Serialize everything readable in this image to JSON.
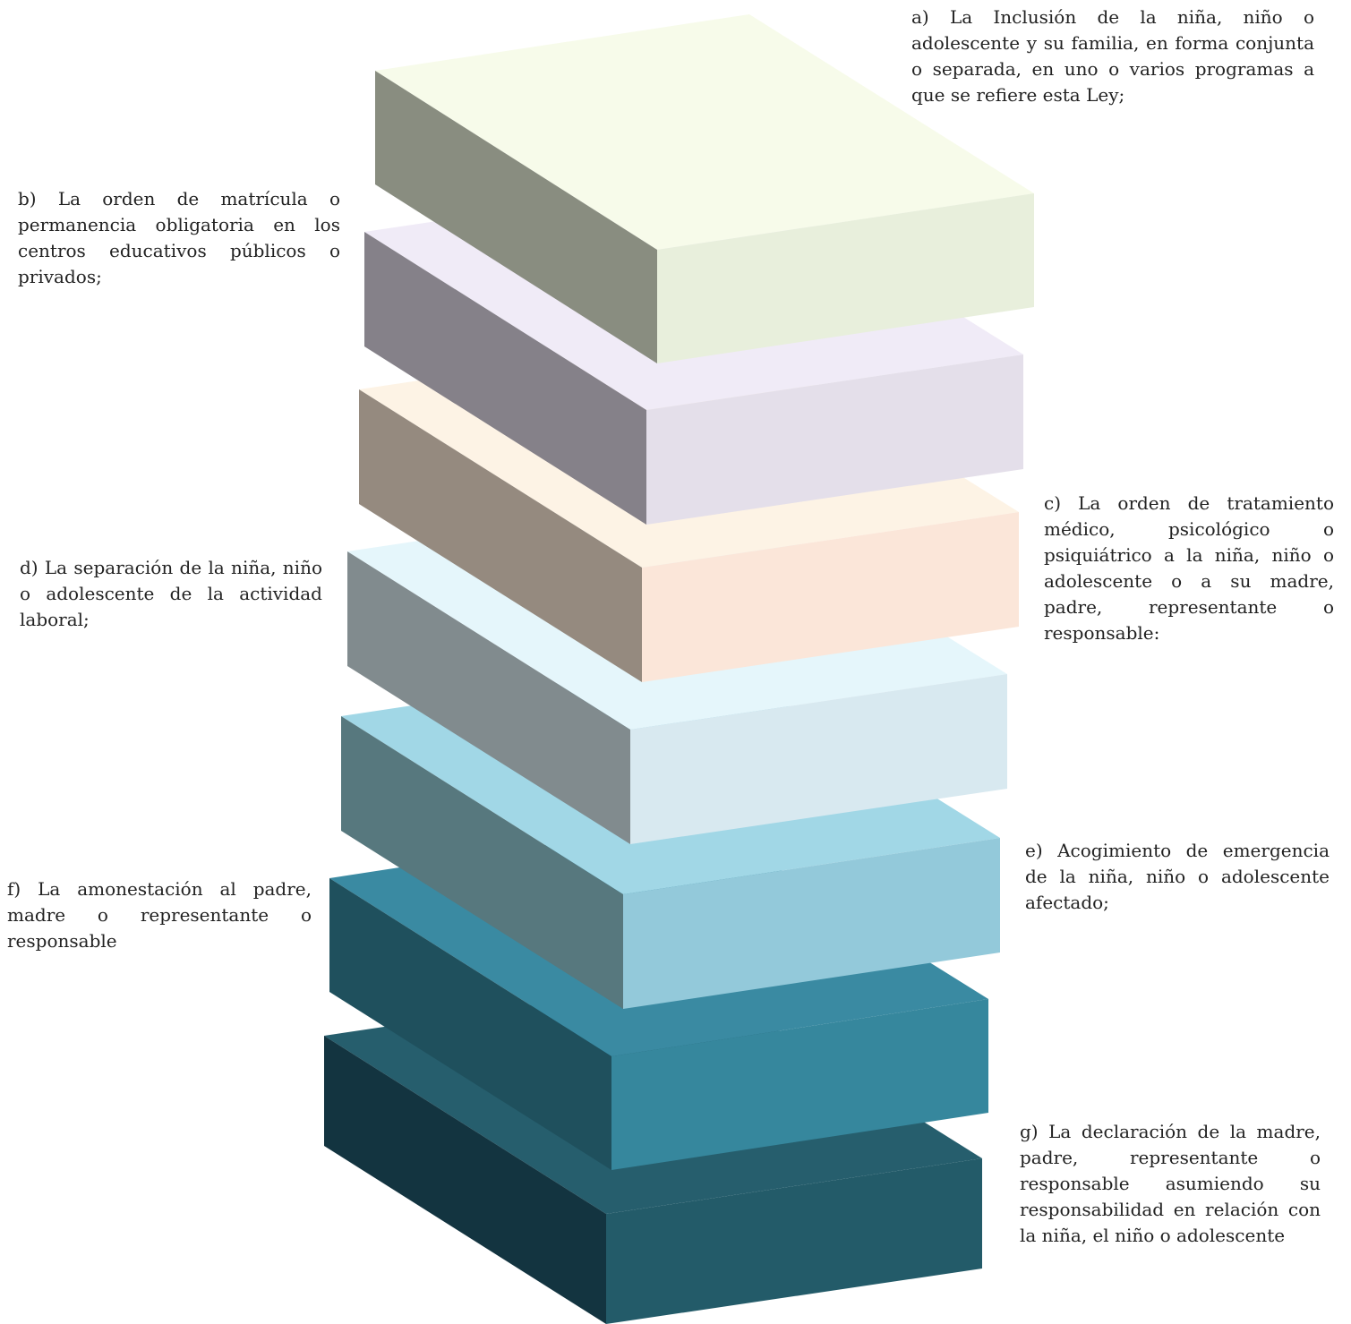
{
  "layers": [
    {
      "id": "a",
      "text": "a) La Inclusión de la niña, niño o adolescente y su familia, en forma conjunta o separada, en uno o varios programas a que se refiere esta Ley;",
      "colors": {
        "top": "#f7fbea",
        "left": "#898d80",
        "right": "#e8efdc"
      }
    },
    {
      "id": "b",
      "text": "b) La orden de matrícula o permanencia obligatoria en los centros educativos públicos o privados;",
      "colors": {
        "top": "#f0ebf7",
        "left": "#858189",
        "right": "#e4dfea"
      }
    },
    {
      "id": "c",
      "text": "c) La orden de tratamiento médico, psicológico o psiquiátrico a la niña, niño o adolescente o a su madre, padre, representante o responsable:",
      "colors": {
        "top": "#fdf3e5",
        "left": "#958a7f",
        "right": "#fbe6d9"
      }
    },
    {
      "id": "d",
      "text": "d) La separación de la niña, niño o adolescente de la actividad laboral;",
      "colors": {
        "top": "#e5f6fb",
        "left": "#818b8e",
        "right": "#d8e9f0"
      }
    },
    {
      "id": "e",
      "text": "e) Acogimiento de emergencia de la niña, niño o adolescente afectado;",
      "colors": {
        "top": "#a1d7e6",
        "left": "#57787e",
        "right": "#93c9da"
      }
    },
    {
      "id": "f",
      "text": "f) La amonestación al padre, madre o representante o responsable",
      "colors": {
        "top": "#3a8aa2",
        "left": "#1f505d",
        "right": "#36879d"
      }
    },
    {
      "id": "g",
      "text": "g) La declaración de la madre, padre, representante o responsable asumiendo su responsabilidad en relación con la niña, el niño o adolescente",
      "colors": {
        "top": "#265e6d",
        "left": "#133440",
        "right": "#235b69"
      }
    }
  ]
}
